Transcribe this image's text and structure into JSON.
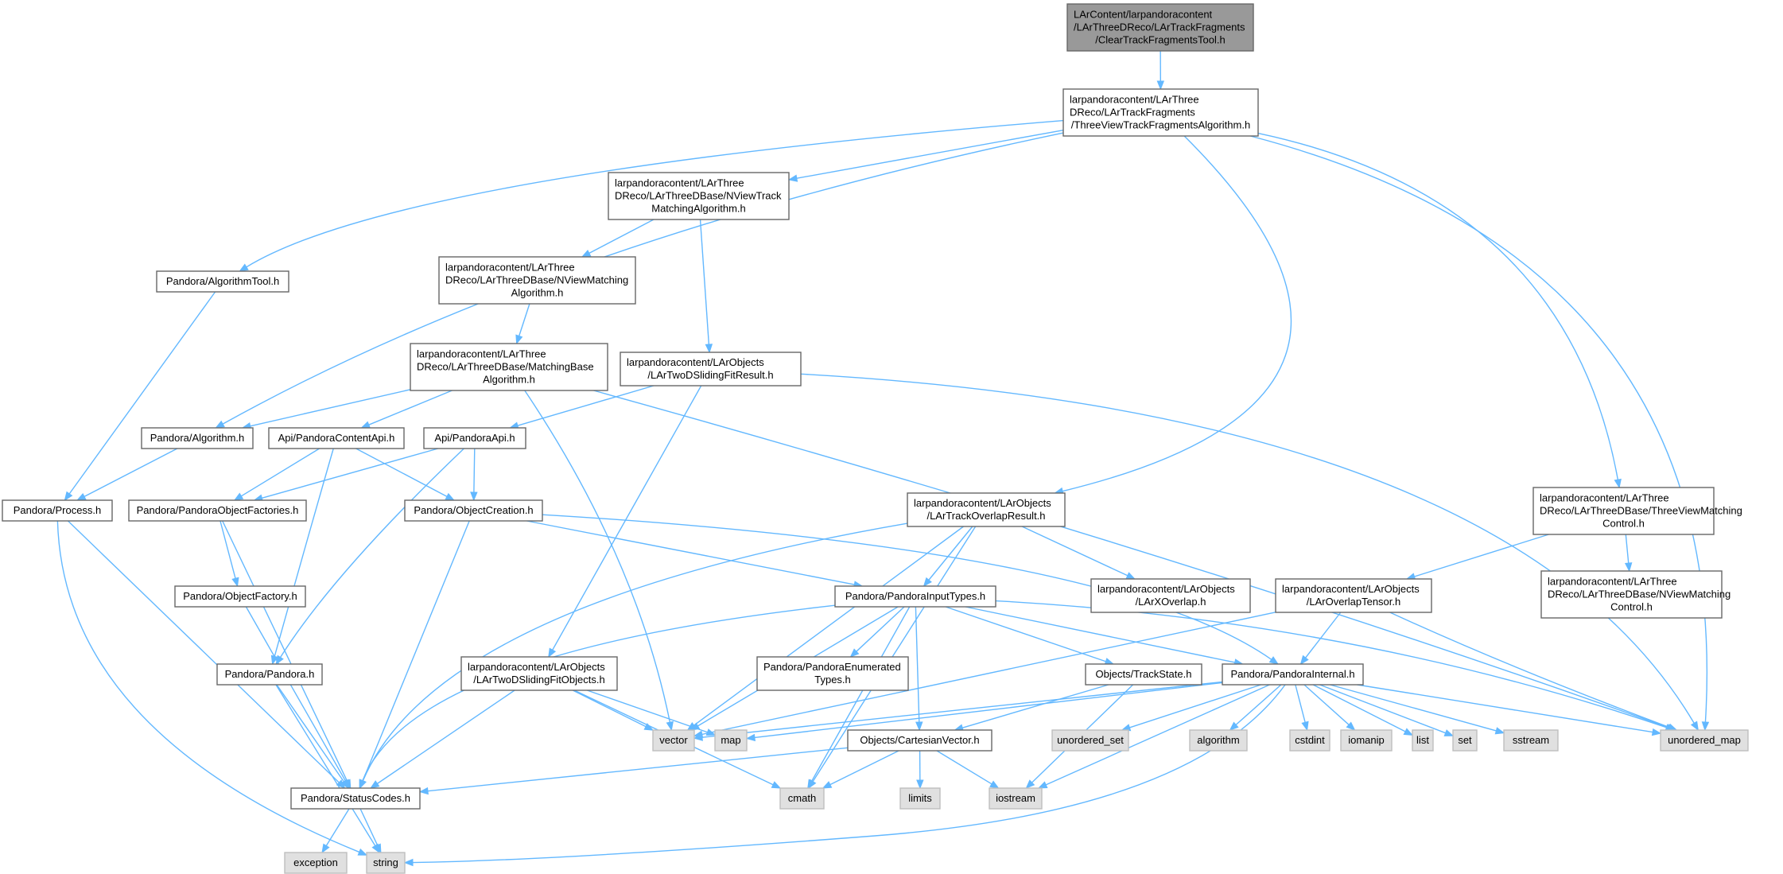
{
  "colors": {
    "edge": "#63b8ff",
    "focus_fill": "#999999",
    "ext_fill": "#e0e0e0",
    "doc_fill": "#ffffff"
  },
  "nodes": [
    {
      "id": "n0",
      "kind": "focus",
      "lines": [
        "LArContent/larpandoracontent",
        "/LArThreeDReco/LArTrackFragments",
        "/ClearTrackFragmentsTool.h"
      ]
    },
    {
      "id": "n1",
      "kind": "doc",
      "lines": [
        "larpandoracontent/LArThree",
        "DReco/LArTrackFragments",
        "/ThreeViewTrackFragmentsAlgorithm.h"
      ]
    },
    {
      "id": "n2",
      "kind": "doc",
      "lines": [
        "larpandoracontent/LArThree",
        "DReco/LArThreeDBase/NViewTrack",
        "MatchingAlgorithm.h"
      ]
    },
    {
      "id": "n3",
      "kind": "doc",
      "lines": [
        "Pandora/AlgorithmTool.h"
      ]
    },
    {
      "id": "n4",
      "kind": "doc",
      "lines": [
        "larpandoracontent/LArThree",
        "DReco/LArThreeDBase/NViewMatching",
        "Algorithm.h"
      ]
    },
    {
      "id": "n5",
      "kind": "doc",
      "lines": [
        "larpandoracontent/LArThree",
        "DReco/LArThreeDBase/MatchingBase",
        "Algorithm.h"
      ]
    },
    {
      "id": "n6",
      "kind": "doc",
      "lines": [
        "larpandoracontent/LArObjects",
        "/LArTwoDSlidingFitResult.h"
      ]
    },
    {
      "id": "n7",
      "kind": "doc",
      "lines": [
        "Pandora/Algorithm.h"
      ]
    },
    {
      "id": "n8",
      "kind": "doc",
      "lines": [
        "Api/PandoraContentApi.h"
      ]
    },
    {
      "id": "n9",
      "kind": "doc",
      "lines": [
        "Api/PandoraApi.h"
      ]
    },
    {
      "id": "n10",
      "kind": "doc",
      "lines": [
        "Pandora/Process.h"
      ]
    },
    {
      "id": "n11",
      "kind": "doc",
      "lines": [
        "Pandora/PandoraObjectFactories.h"
      ]
    },
    {
      "id": "n12",
      "kind": "doc",
      "lines": [
        "Pandora/ObjectCreation.h"
      ]
    },
    {
      "id": "n13",
      "kind": "doc",
      "lines": [
        "larpandoracontent/LArObjects",
        "/LArTrackOverlapResult.h"
      ]
    },
    {
      "id": "n14",
      "kind": "doc",
      "lines": [
        "larpandoracontent/LArThree",
        "DReco/LArThreeDBase/ThreeViewMatching",
        "Control.h"
      ]
    },
    {
      "id": "n15",
      "kind": "doc",
      "lines": [
        "Pandora/ObjectFactory.h"
      ]
    },
    {
      "id": "n16",
      "kind": "doc",
      "lines": [
        "Pandora/PandoraInputTypes.h"
      ]
    },
    {
      "id": "n17",
      "kind": "doc",
      "lines": [
        "larpandoracontent/LArObjects",
        "/LArXOverlap.h"
      ]
    },
    {
      "id": "n18",
      "kind": "doc",
      "lines": [
        "larpandoracontent/LArObjects",
        "/LArOverlapTensor.h"
      ]
    },
    {
      "id": "n19",
      "kind": "doc",
      "lines": [
        "larpandoracontent/LArThree",
        "DReco/LArThreeDBase/NViewMatching",
        "Control.h"
      ]
    },
    {
      "id": "n20",
      "kind": "doc",
      "lines": [
        "Pandora/Pandora.h"
      ]
    },
    {
      "id": "n21",
      "kind": "doc",
      "lines": [
        "larpandoracontent/LArObjects",
        "/LArTwoDSlidingFitObjects.h"
      ]
    },
    {
      "id": "n22",
      "kind": "doc",
      "lines": [
        "Pandora/PandoraEnumerated",
        "Types.h"
      ]
    },
    {
      "id": "n23",
      "kind": "doc",
      "lines": [
        "Objects/TrackState.h"
      ]
    },
    {
      "id": "n24",
      "kind": "doc",
      "lines": [
        "Pandora/PandoraInternal.h"
      ]
    },
    {
      "id": "n25",
      "kind": "ext",
      "lines": [
        "vector"
      ]
    },
    {
      "id": "n26",
      "kind": "ext",
      "lines": [
        "map"
      ]
    },
    {
      "id": "n27",
      "kind": "doc",
      "lines": [
        "Objects/CartesianVector.h"
      ]
    },
    {
      "id": "n28",
      "kind": "ext",
      "lines": [
        "unordered_set"
      ]
    },
    {
      "id": "n29",
      "kind": "ext",
      "lines": [
        "algorithm"
      ]
    },
    {
      "id": "n30",
      "kind": "ext",
      "lines": [
        "cstdint"
      ]
    },
    {
      "id": "n31",
      "kind": "ext",
      "lines": [
        "iomanip"
      ]
    },
    {
      "id": "n32",
      "kind": "ext",
      "lines": [
        "list"
      ]
    },
    {
      "id": "n33",
      "kind": "ext",
      "lines": [
        "set"
      ]
    },
    {
      "id": "n34",
      "kind": "ext",
      "lines": [
        "sstream"
      ]
    },
    {
      "id": "n35",
      "kind": "ext",
      "lines": [
        "unordered_map"
      ]
    },
    {
      "id": "n36",
      "kind": "doc",
      "lines": [
        "Pandora/StatusCodes.h"
      ]
    },
    {
      "id": "n37",
      "kind": "ext",
      "lines": [
        "cmath"
      ]
    },
    {
      "id": "n38",
      "kind": "ext",
      "lines": [
        "limits"
      ]
    },
    {
      "id": "n39",
      "kind": "ext",
      "lines": [
        "iostream"
      ]
    },
    {
      "id": "n40",
      "kind": "ext",
      "lines": [
        "exception"
      ]
    },
    {
      "id": "n41",
      "kind": "ext",
      "lines": [
        "string"
      ]
    }
  ],
  "edges": [
    [
      "n0",
      "n1"
    ],
    [
      "n1",
      "n2"
    ],
    [
      "n1",
      "n3"
    ],
    [
      "n1",
      "n7"
    ],
    [
      "n1",
      "n13"
    ],
    [
      "n1",
      "n14"
    ],
    [
      "n1",
      "n35"
    ],
    [
      "n2",
      "n4"
    ],
    [
      "n2",
      "n6"
    ],
    [
      "n3",
      "n10"
    ],
    [
      "n4",
      "n5"
    ],
    [
      "n5",
      "n7"
    ],
    [
      "n5",
      "n8"
    ],
    [
      "n5",
      "n25"
    ],
    [
      "n5",
      "n35"
    ],
    [
      "n6",
      "n9"
    ],
    [
      "n6",
      "n21"
    ],
    [
      "n6",
      "n35"
    ],
    [
      "n7",
      "n10"
    ],
    [
      "n8",
      "n11"
    ],
    [
      "n8",
      "n12"
    ],
    [
      "n8",
      "n20"
    ],
    [
      "n9",
      "n11"
    ],
    [
      "n9",
      "n12"
    ],
    [
      "n9",
      "n20"
    ],
    [
      "n10",
      "n36"
    ],
    [
      "n10",
      "n41"
    ],
    [
      "n11",
      "n15"
    ],
    [
      "n11",
      "n36"
    ],
    [
      "n12",
      "n16"
    ],
    [
      "n12",
      "n24"
    ],
    [
      "n12",
      "n36"
    ],
    [
      "n13",
      "n16"
    ],
    [
      "n13",
      "n17"
    ],
    [
      "n13",
      "n25"
    ],
    [
      "n13",
      "n36"
    ],
    [
      "n13",
      "n37"
    ],
    [
      "n14",
      "n18"
    ],
    [
      "n14",
      "n19"
    ],
    [
      "n15",
      "n36"
    ],
    [
      "n16",
      "n22"
    ],
    [
      "n16",
      "n23"
    ],
    [
      "n16",
      "n24"
    ],
    [
      "n16",
      "n25"
    ],
    [
      "n16",
      "n27"
    ],
    [
      "n16",
      "n36"
    ],
    [
      "n16",
      "n37"
    ],
    [
      "n16",
      "n35"
    ],
    [
      "n18",
      "n24"
    ],
    [
      "n18",
      "n25"
    ],
    [
      "n18",
      "n35"
    ],
    [
      "n20",
      "n36"
    ],
    [
      "n20",
      "n41"
    ],
    [
      "n21",
      "n25"
    ],
    [
      "n21",
      "n26"
    ],
    [
      "n21",
      "n36"
    ],
    [
      "n21",
      "n37"
    ],
    [
      "n23",
      "n27"
    ],
    [
      "n23",
      "n39"
    ],
    [
      "n24",
      "n25"
    ],
    [
      "n24",
      "n26"
    ],
    [
      "n24",
      "n28"
    ],
    [
      "n24",
      "n29"
    ],
    [
      "n24",
      "n30"
    ],
    [
      "n24",
      "n31"
    ],
    [
      "n24",
      "n32"
    ],
    [
      "n24",
      "n33"
    ],
    [
      "n24",
      "n34"
    ],
    [
      "n24",
      "n35"
    ],
    [
      "n24",
      "n39"
    ],
    [
      "n24",
      "n41"
    ],
    [
      "n27",
      "n36"
    ],
    [
      "n27",
      "n37"
    ],
    [
      "n27",
      "n38"
    ],
    [
      "n27",
      "n39"
    ],
    [
      "n36",
      "n40"
    ],
    [
      "n36",
      "n41"
    ]
  ]
}
